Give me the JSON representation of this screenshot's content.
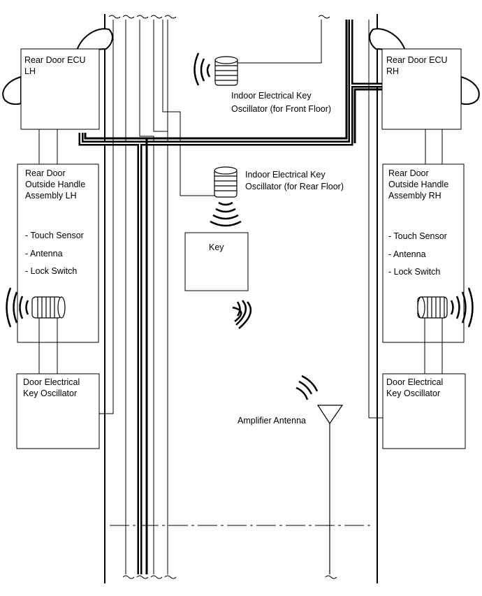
{
  "labels": {
    "rear_ecu_lh": [
      "Rear Door ECU",
      "LH"
    ],
    "rear_ecu_rh": [
      "Rear Door ECU",
      "RH"
    ],
    "handle_lh": [
      "Rear Door",
      "Outside Handle",
      "Assembly LH"
    ],
    "handle_rh": [
      "Rear Door",
      "Outside Handle",
      "Assembly RH"
    ],
    "handle_features": [
      "- Touch Sensor",
      "- Antenna",
      "- Lock Switch"
    ],
    "door_osc_lh": [
      "Door Electrical",
      "Key Oscillator"
    ],
    "door_osc_rh": [
      "Door Electrical",
      "Key Oscillator"
    ],
    "indoor_front": [
      "Indoor Electrical Key",
      "Oscillator (for Front Floor)"
    ],
    "indoor_rear": [
      "Indoor Electrical Key",
      "Oscillator (for Rear Floor)"
    ],
    "key": "Key",
    "amplifier_antenna": "Amplifier Antenna"
  }
}
